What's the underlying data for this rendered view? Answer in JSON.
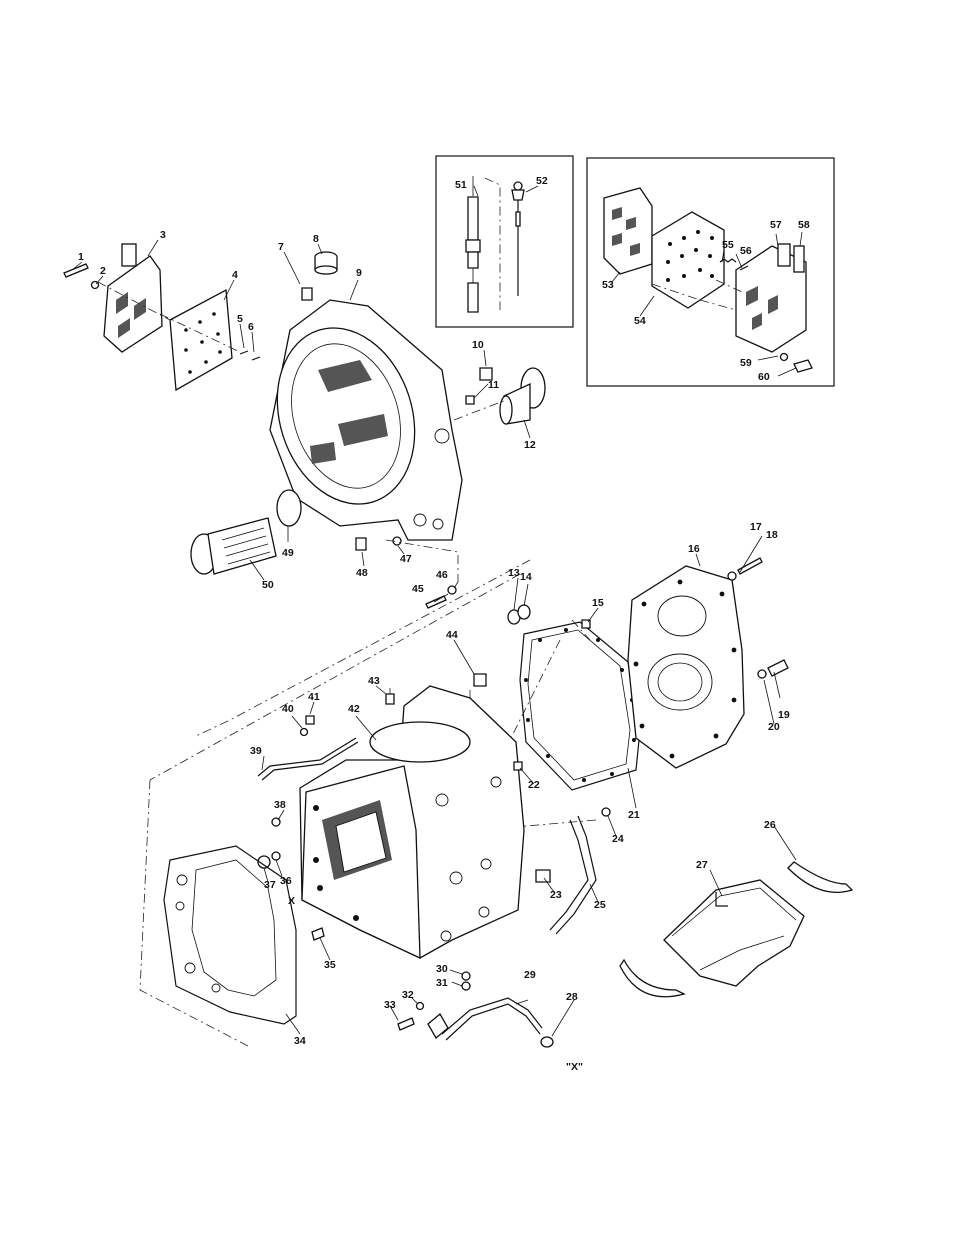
{
  "labels": {
    "l1": "1",
    "l2": "2",
    "l3": "3",
    "l4": "4",
    "l5": "5",
    "l6": "6",
    "l7": "7",
    "l8": "8",
    "l9": "9",
    "l10": "10",
    "l11": "11",
    "l12": "12",
    "l13": "13",
    "l14": "14",
    "l15": "15",
    "l16": "16",
    "l17": "17",
    "l18": "18",
    "l19": "19",
    "l20": "20",
    "l21": "21",
    "l22": "22",
    "l23": "23",
    "l24": "24",
    "l25": "25",
    "l26": "26",
    "l27": "27",
    "l28": "28",
    "l29": "29",
    "l30": "30",
    "l31": "31",
    "l32": "32",
    "l33": "33",
    "l34": "34",
    "l35": "35",
    "l36": "36",
    "l37": "37",
    "l38": "38",
    "l39": "39",
    "l40": "40",
    "l41": "41",
    "l42": "42",
    "l43": "43",
    "l44": "44",
    "l45": "45",
    "l46": "46",
    "l47": "47",
    "l48": "48",
    "l49": "49",
    "l50": "50",
    "l51": "51",
    "l52": "52",
    "l53": "53",
    "l54": "54",
    "l55": "55",
    "l56": "56",
    "l57": "57",
    "l58": "58",
    "l59": "59",
    "l60": "60",
    "x1": "X",
    "x2": "\"X\""
  }
}
